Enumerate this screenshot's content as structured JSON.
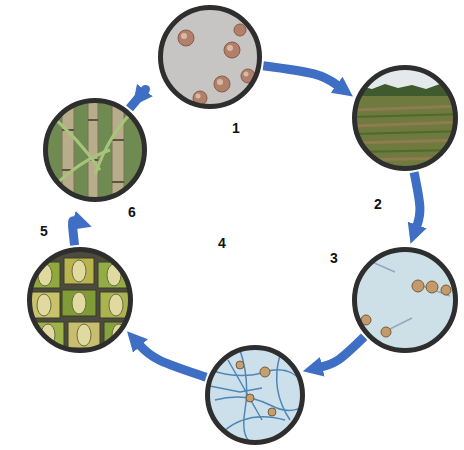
{
  "diagram": {
    "nodes": [
      {
        "text": [
          "1"
        ]
      },
      {
        "text": [
          "2"
        ]
      },
      {
        "text": [
          "3"
        ]
      },
      {
        "text": [
          "4"
        ]
      },
      {
        "text": [
          "5"
        ]
      },
      {
        "text": [
          "6"
        ]
      }
    ],
    "edges": [
      {
        "from": 0,
        "to": 1,
        "arrow": "to"
      },
      {
        "from": 1,
        "to": 2,
        "arrow": "to"
      },
      {
        "from": 2,
        "to": 3,
        "arrow": "to"
      },
      {
        "from": 3,
        "to": 4,
        "arrow": "to"
      },
      {
        "from": 4,
        "to": 5,
        "arrow": "to"
      },
      {
        "from": 5,
        "to": 0,
        "arrow": "to"
      }
    ]
  }
}
